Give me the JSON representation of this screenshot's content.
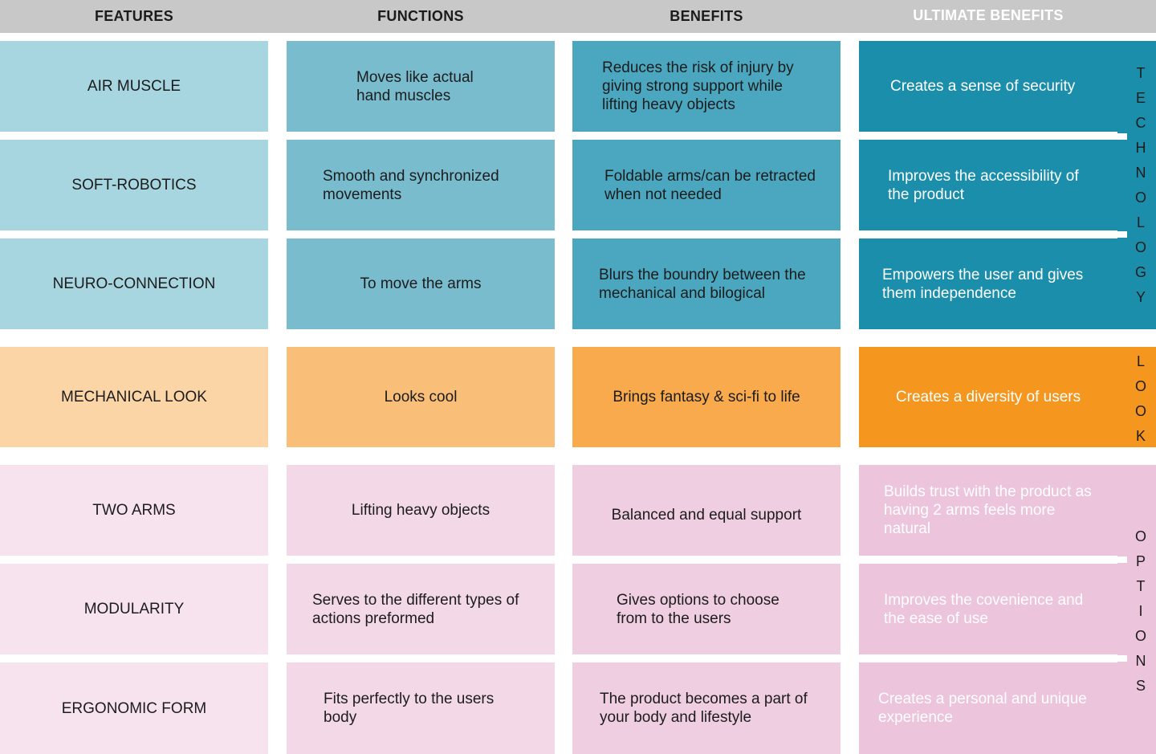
{
  "headers": {
    "features": "FEATURES",
    "functions": "FUNCTIONS",
    "benefits": "BENEFITS",
    "ultimate": "ULTIMATE BENEFITS"
  },
  "groups": {
    "technology": {
      "label": "TECHNOLOGY",
      "color": "#1b8eab"
    },
    "look": {
      "label": "LOOK",
      "color": "#f5961f"
    },
    "options": {
      "label": "OPTIONS",
      "color": "#ecc4dc"
    }
  },
  "rows": [
    {
      "feature": "AIR MUSCLE",
      "function": "Moves like actual hand muscles",
      "benefit": "Reduces the risk of injury by giving strong support while lifting heavy objects",
      "ultimate": "Creates a sense of security"
    },
    {
      "feature": "SOFT-ROBOTICS",
      "function": "Smooth and synchronized movements",
      "benefit": "Foldable arms/can be retracted when not needed",
      "ultimate": "Improves the accessibility of the product"
    },
    {
      "feature": "NEURO-CONNECTION",
      "function": "To move the arms",
      "benefit": "Blurs the boundry between the mechanical and bilogical",
      "ultimate": "Empowers the user and gives them independence"
    },
    {
      "feature": "MECHANICAL LOOK",
      "function": "Looks cool",
      "benefit": "Brings fantasy & sci-fi to life",
      "ultimate": "Creates a diversity of users"
    },
    {
      "feature": "TWO ARMS",
      "function": "Lifting heavy objects",
      "benefit": "Balanced and equal support",
      "ultimate": "Builds trust with the product as having 2 arms feels more natural"
    },
    {
      "feature": "MODULARITY",
      "function": "Serves to the different types of actions preformed",
      "benefit": "Gives options to choose from to the users",
      "ultimate": "Improves the covenience and the ease of use"
    },
    {
      "feature": "ERGONOMIC FORM",
      "function": "Fits perfectly to the users body",
      "benefit": "The product becomes a part of your body and lifestyle",
      "ultimate": "Creates a personal and unique experience"
    }
  ]
}
